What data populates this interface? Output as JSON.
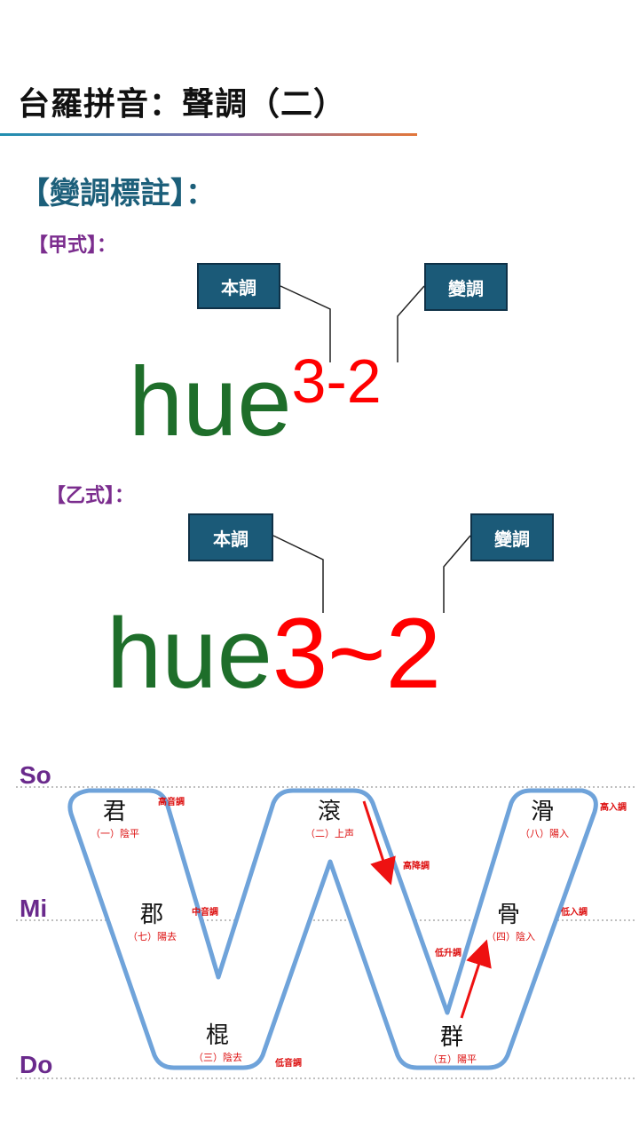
{
  "title": "台羅拼音：聲調（二）",
  "section_heading": "【變調標註】：",
  "jia": {
    "heading": "【甲式】：",
    "base_label": "本調",
    "sandhi_label": "變調",
    "syllable": "hue",
    "notation": "3-2"
  },
  "yi": {
    "heading": "【乙式】：",
    "base_label": "本調",
    "sandhi_label": "變調",
    "syllable": "hue",
    "notation": "3~2"
  },
  "diagram": {
    "levels": {
      "high": "So",
      "mid": "Mi",
      "low": "Do"
    },
    "tones": [
      {
        "char": "君",
        "name": "（一）陰平",
        "pitch": "高音調"
      },
      {
        "char": "郡",
        "name": "（七）陽去",
        "pitch": "中音調"
      },
      {
        "char": "棍",
        "name": "（三）陰去",
        "pitch": "低音調"
      },
      {
        "char": "滾",
        "name": "（二）上声",
        "pitch": "高降調"
      },
      {
        "char": "群",
        "name": "（五）陽平",
        "pitch": "低升調"
      },
      {
        "char": "骨",
        "name": "（四）陰入",
        "pitch": "低入調"
      },
      {
        "char": "滑",
        "name": "（八）陽入",
        "pitch": "高入調"
      }
    ],
    "colors": {
      "outline": "#6fa3da",
      "arrow": "#ee1111",
      "levels": "#6a2a8c"
    }
  }
}
